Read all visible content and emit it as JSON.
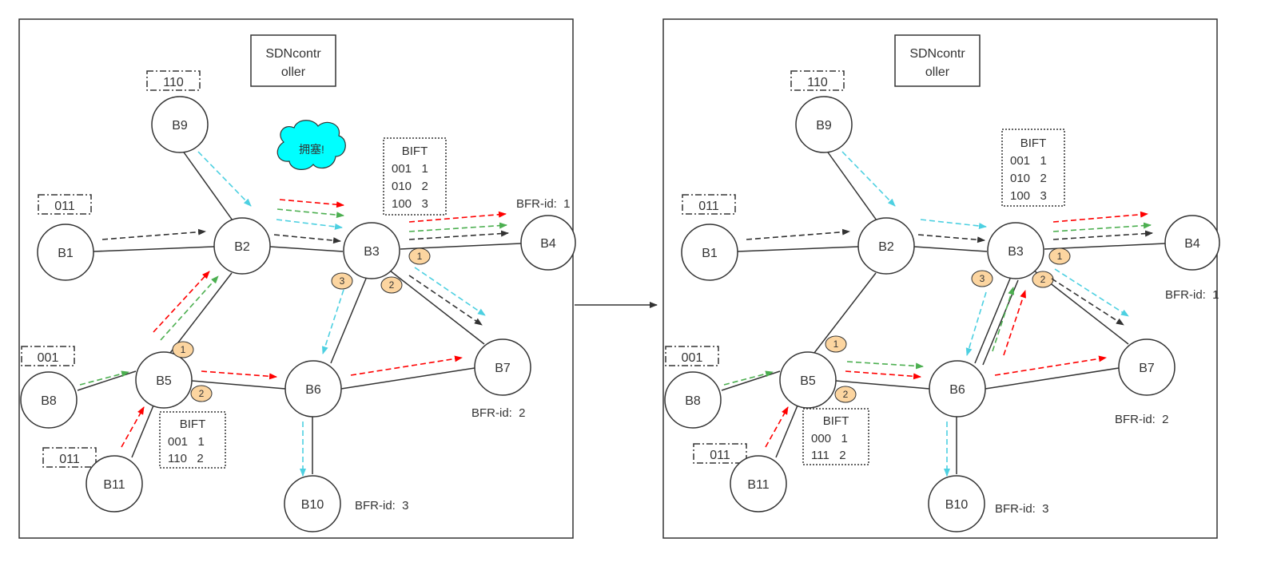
{
  "left_panel": {
    "controller": {
      "line1": "SDNcontr",
      "line2": "oller"
    },
    "congestion_label": "拥塞!",
    "bitstrings": {
      "b9": "110",
      "b1": "011",
      "b8": "001",
      "b11": "011"
    },
    "nodes": {
      "b1": "B1",
      "b2": "B2",
      "b3": "B3",
      "b4": "B4",
      "b5": "B5",
      "b6": "B6",
      "b7": "B7",
      "b8": "B8",
      "b9": "B9",
      "b10": "B10",
      "b11": "B11"
    },
    "bift_b3": {
      "title": "BIFT",
      "rows": [
        "001   1",
        "010   2",
        "100   3"
      ]
    },
    "bift_b5": {
      "title": "BIFT",
      "rows": [
        "001   1",
        "110   2"
      ]
    },
    "bfr_labels": {
      "b4": "BFR-id:  1",
      "b7": "BFR-id:  2",
      "b10": "BFR-id:  3"
    },
    "ports": {
      "b3_p1": "1",
      "b3_p2": "2",
      "b3_p3": "3",
      "b5_p1": "1",
      "b5_p2": "2"
    }
  },
  "right_panel": {
    "controller": {
      "line1": "SDNcontr",
      "line2": "oller"
    },
    "bitstrings": {
      "b9": "110",
      "b1": "011",
      "b8": "001",
      "b11": "011"
    },
    "nodes": {
      "b1": "B1",
      "b2": "B2",
      "b3": "B3",
      "b4": "B4",
      "b5": "B5",
      "b6": "B6",
      "b7": "B7",
      "b8": "B8",
      "b9": "B9",
      "b10": "B10",
      "b11": "B11"
    },
    "bift_b3": {
      "title": "BIFT",
      "rows": [
        "001   1",
        "010   2",
        "100   3"
      ]
    },
    "bift_b5": {
      "title": "BIFT",
      "rows": [
        "000   1",
        "111   2"
      ]
    },
    "bfr_labels": {
      "b4": "BFR-id:  1",
      "b7": "BFR-id:  2",
      "b10": "BFR-id:  3"
    },
    "ports": {
      "b3_p1": "1",
      "b3_p2": "2",
      "b3_p3": "3",
      "b5_p1": "1",
      "b5_p2": "2"
    }
  },
  "colors": {
    "red": "#ff0000",
    "green": "#4caf50",
    "cyan": "#4dd0e1",
    "black": "#333333",
    "badge": "#fcd5a0",
    "cloud": "#00ffff"
  }
}
